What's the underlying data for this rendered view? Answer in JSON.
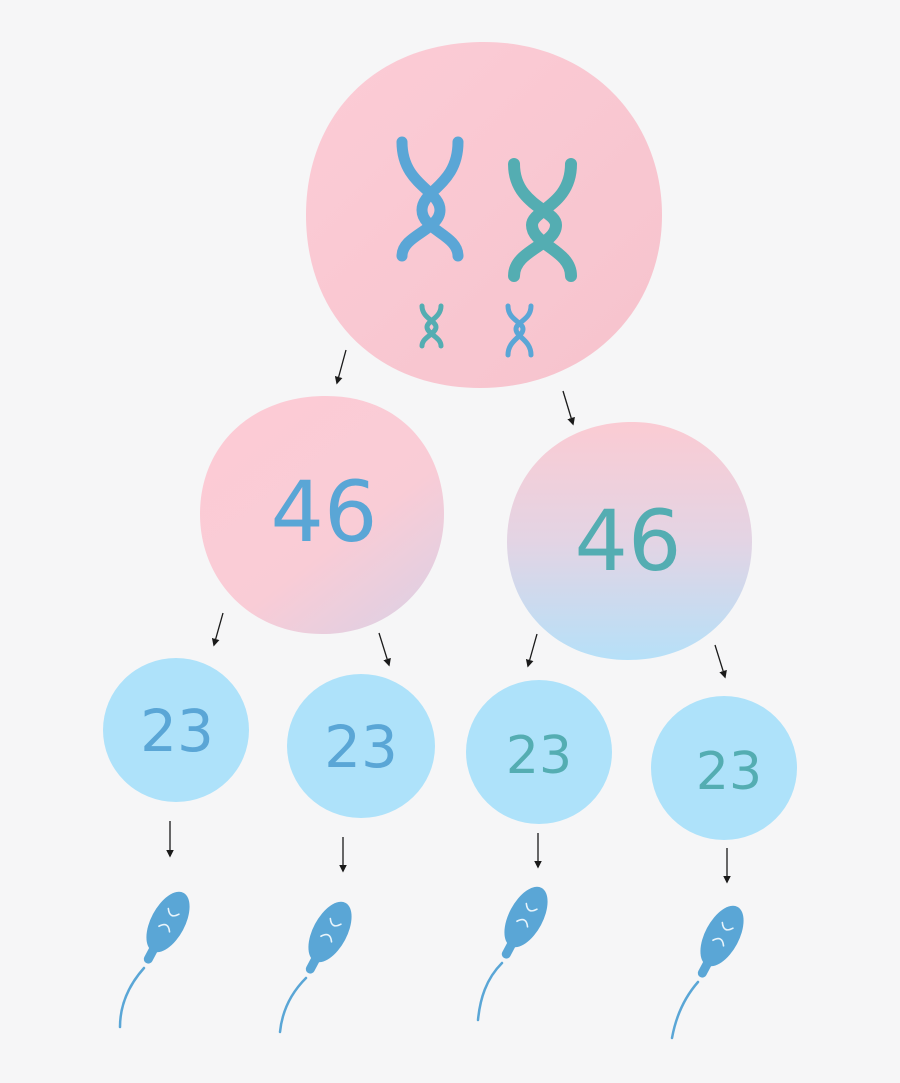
{
  "colors": {
    "background": "#f6f6f7",
    "pink": "#fccbd5",
    "pink_deep": "#f7c5cf",
    "light_blue": "#aee2fa",
    "chromosome_blue": "#5aa6d6",
    "chromosome_teal": "#54adb2",
    "arrow": "#1a1a1a"
  },
  "icons": [
    "chromosome-icon",
    "sperm-icon",
    "arrow-icon"
  ],
  "diagram": {
    "secondary_cells": [
      {
        "count": "46",
        "color": "#5aa6d6"
      },
      {
        "count": "46",
        "color": "#54adb2"
      }
    ],
    "gamete_cells": [
      {
        "count": "23",
        "color": "#5aa6d6"
      },
      {
        "count": "23",
        "color": "#5aa6d6"
      },
      {
        "count": "23",
        "color": "#54adb2"
      },
      {
        "count": "23",
        "color": "#54adb2"
      }
    ]
  }
}
